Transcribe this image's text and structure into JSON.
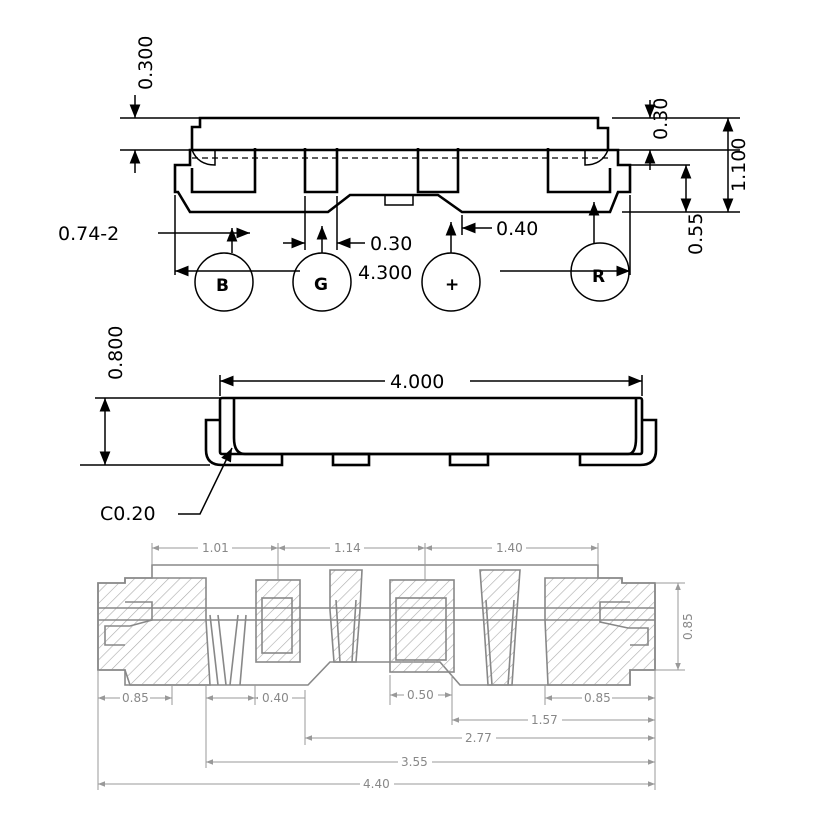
{
  "top_view": {
    "dims": {
      "d_0300_top": "0.300",
      "d_030_right": "0.30",
      "d_1100": "1.100",
      "d_055": "0.55",
      "d_074": "0.74-2",
      "d_030_mid": "0.30",
      "d_040": "0.40",
      "d_4300": "4.300"
    },
    "pins": [
      "B",
      "G",
      "+",
      "R"
    ]
  },
  "side_view": {
    "dims": {
      "d_0800": "0.800",
      "d_4000": "4.000",
      "c020": "C0.20"
    }
  },
  "pad_view": {
    "dims": {
      "d_101": "1.01",
      "d_114": "1.14",
      "d_140": "1.40",
      "d_085_right": "0.85",
      "d_085_a": "0.85",
      "d_040": "0.40",
      "d_050": "0.50",
      "d_085_b": "0.85",
      "d_157": "1.57",
      "d_277": "2.77",
      "d_355": "3.55",
      "d_440": "4.40"
    }
  },
  "colors": {
    "ink": "#000000",
    "gray": "#888888"
  }
}
